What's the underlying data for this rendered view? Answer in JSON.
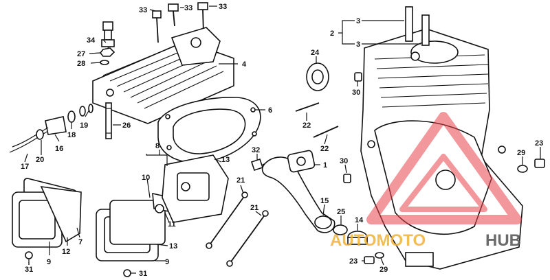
{
  "callouts": [
    {
      "id": "c33a",
      "text": "33"
    },
    {
      "id": "c33b",
      "text": "33"
    },
    {
      "id": "c33c",
      "text": "33"
    },
    {
      "id": "c34",
      "text": "34"
    },
    {
      "id": "c27",
      "text": "27"
    },
    {
      "id": "c28",
      "text": "28"
    },
    {
      "id": "c4",
      "text": "4"
    },
    {
      "id": "c6",
      "text": "6"
    },
    {
      "id": "c19",
      "text": "19"
    },
    {
      "id": "c18",
      "text": "18"
    },
    {
      "id": "c16",
      "text": "16"
    },
    {
      "id": "c26",
      "text": "26"
    },
    {
      "id": "c17",
      "text": "17"
    },
    {
      "id": "c20",
      "text": "20"
    },
    {
      "id": "c8",
      "text": "8"
    },
    {
      "id": "c10",
      "text": "10"
    },
    {
      "id": "c13a",
      "text": "13"
    },
    {
      "id": "c11",
      "text": "11"
    },
    {
      "id": "c13b",
      "text": "13"
    },
    {
      "id": "c9a",
      "text": "9"
    },
    {
      "id": "c9b",
      "text": "9"
    },
    {
      "id": "c12",
      "text": "12"
    },
    {
      "id": "c7",
      "text": "7"
    },
    {
      "id": "c31a",
      "text": "31"
    },
    {
      "id": "c31b",
      "text": "31"
    },
    {
      "id": "c32",
      "text": "32"
    },
    {
      "id": "c21a",
      "text": "21"
    },
    {
      "id": "c21b",
      "text": "21"
    },
    {
      "id": "c1",
      "text": "1"
    },
    {
      "id": "c22a",
      "text": "22"
    },
    {
      "id": "c22b",
      "text": "22"
    },
    {
      "id": "c24",
      "text": "24"
    },
    {
      "id": "c30a",
      "text": "30"
    },
    {
      "id": "c30b",
      "text": "30"
    },
    {
      "id": "c2",
      "text": "2"
    },
    {
      "id": "c3a",
      "text": "3"
    },
    {
      "id": "c3b",
      "text": "3"
    },
    {
      "id": "c15",
      "text": "15"
    },
    {
      "id": "c25",
      "text": "25"
    },
    {
      "id": "c14",
      "text": "14"
    },
    {
      "id": "c23a",
      "text": "23"
    },
    {
      "id": "c23b",
      "text": "23"
    },
    {
      "id": "c29a",
      "text": "29"
    },
    {
      "id": "c29b",
      "text": "29"
    }
  ],
  "watermark": {
    "brand_left": "AUTOMOTO",
    "brand_right": "HUB",
    "color_left": "#f2b233",
    "color_right": "#5a5a5a",
    "triangle_color": "#e8414a"
  }
}
